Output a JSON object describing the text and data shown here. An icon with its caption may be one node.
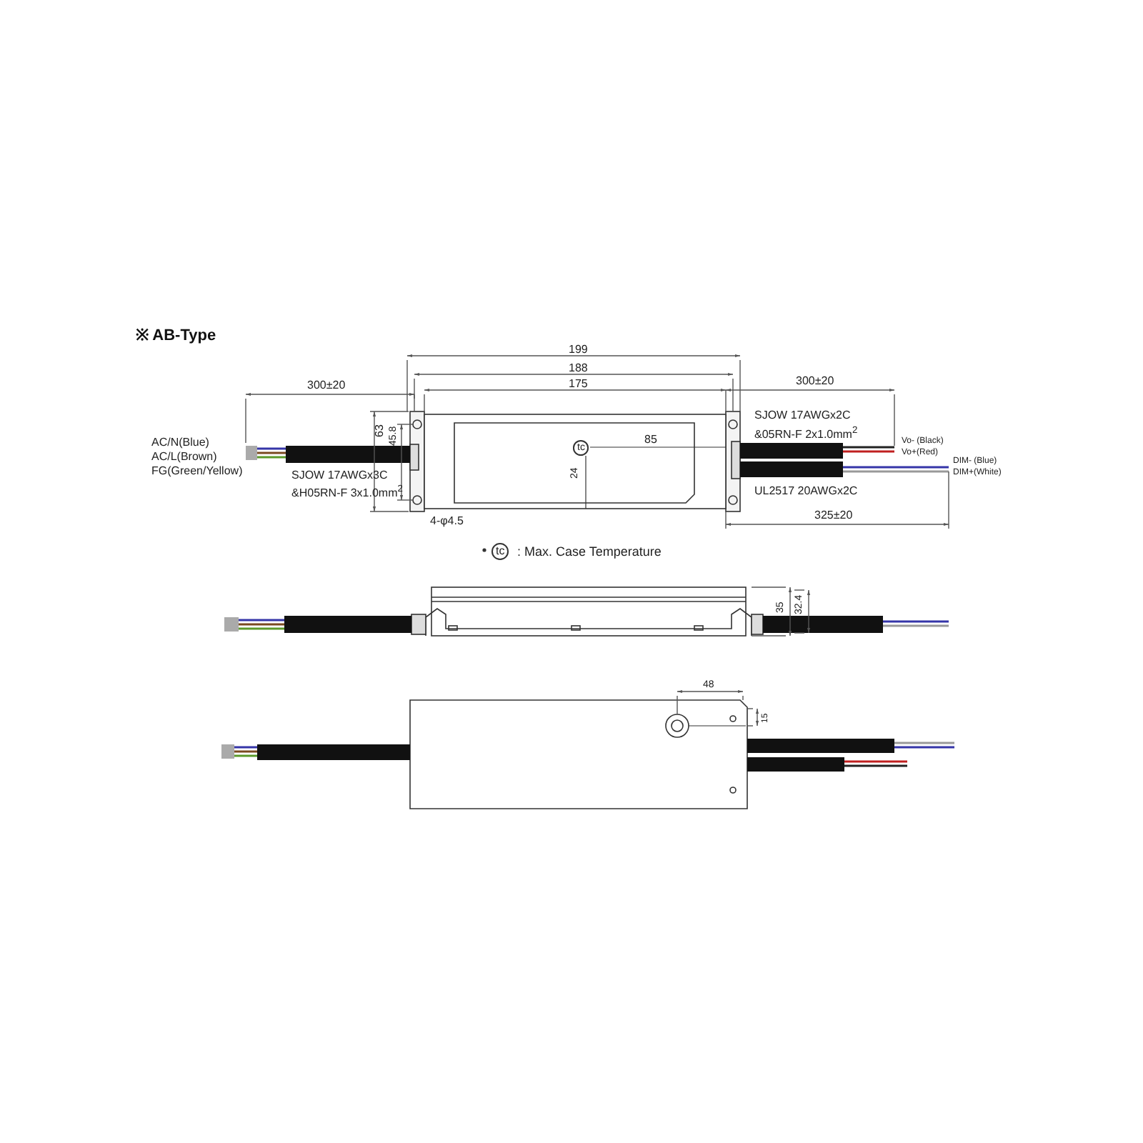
{
  "diagram": {
    "title": "※ AB-Type",
    "labels": [
      "300±20",
      "199",
      "188",
      "175",
      "300±20",
      "63",
      "45.8",
      "AC/N(Blue)",
      "AC/L(Brown)",
      "FG(Green/Yellow)",
      "SJOW 17AWGx3C",
      "&H05RN-F 3x1.0mm$^{2}$",
      "4-φ4.5",
      "tc",
      "85",
      "24",
      "SJOW 17AWGx2C",
      "&05RN-F 2x1.0mm$^{2}$",
      "Vo- (Black)",
      "Vo+(Red)",
      "DIM- (Blue)",
      "DIM+(White)",
      "UL2517 20AWGx2C",
      "325±20",
      "tc",
      ": Max. Case Temperature",
      "35",
      "32.4",
      "48",
      "15"
    ]
  }
}
